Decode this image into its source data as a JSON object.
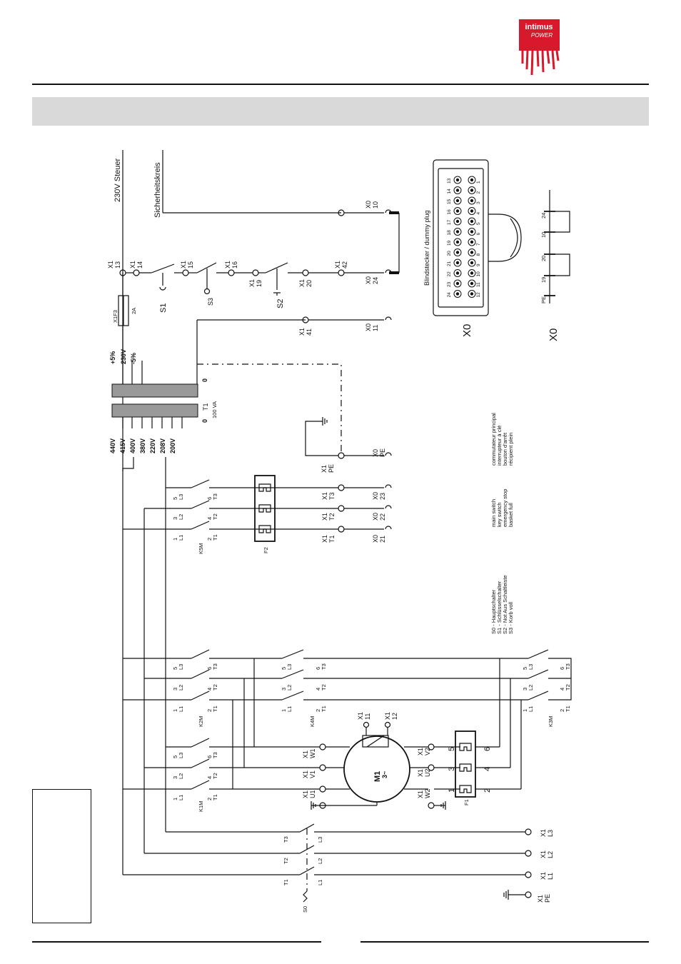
{
  "brand": {
    "name": "intimus",
    "sub": "POWER",
    "color": "#d7192b"
  },
  "rails": {
    "control": "230V Steuer",
    "safety": "Sicherheitskreis"
  },
  "dummy_plug": {
    "title": "Blindstecker / dummy plug",
    "connector": "X0"
  },
  "plug_pins": [
    "13",
    "14",
    "15",
    "16",
    "17",
    "18",
    "19",
    "20",
    "21",
    "22",
    "23",
    "24",
    "1",
    "2",
    "3",
    "4",
    "5",
    "6",
    "7",
    "8",
    "9",
    "10",
    "11",
    "12"
  ],
  "bridge": {
    "connector": "X0",
    "pins": [
      "PE",
      "19",
      "20",
      "10",
      "24"
    ]
  },
  "transformer": {
    "name": "T1",
    "rating": "100 VA",
    "primary_taps": [
      "440V",
      "415V",
      "400V",
      "380V",
      "220V",
      "208V",
      "200V"
    ],
    "secondary_taps": [
      "+5%",
      "230V",
      "-5%"
    ],
    "zero": "0"
  },
  "fuse_control": {
    "name": "X1F3",
    "rating": "2A"
  },
  "terminals": {
    "x1_13": [
      "X1",
      "13"
    ],
    "x1_14": [
      "X1",
      "14"
    ],
    "x1_15": [
      "X1",
      "15"
    ],
    "x1_16": [
      "X1",
      "16"
    ],
    "x1_19": [
      "X1",
      "19"
    ],
    "x1_20": [
      "X1",
      "20"
    ],
    "x1_42": [
      "X1",
      "42"
    ],
    "x1_41": [
      "X1",
      "41"
    ],
    "x0_10": [
      "X0",
      "10"
    ],
    "x0_24": [
      "X0",
      "24"
    ],
    "x0_11": [
      "X0",
      "11"
    ],
    "x1_pe_t": [
      "X1",
      "PE"
    ],
    "x0_pe": [
      "X0",
      "PE"
    ],
    "x1_t3": [
      "X1",
      "T3"
    ],
    "x1_t2": [
      "X1",
      "T2"
    ],
    "x1_t1": [
      "X1",
      "T1"
    ],
    "x0_23": [
      "X0",
      "23"
    ],
    "x0_22": [
      "X0",
      "22"
    ],
    "x0_21": [
      "X0",
      "21"
    ],
    "x1_11": [
      "X1",
      "11"
    ],
    "x1_12": [
      "X1",
      "12"
    ],
    "x1_w1": [
      "X1",
      "W1"
    ],
    "x1_v1": [
      "X1",
      "V1"
    ],
    "x1_u1": [
      "X1",
      "U1"
    ],
    "x1_v2": [
      "X1",
      "V2"
    ],
    "x1_u2": [
      "X1",
      "U2"
    ],
    "x1_w2": [
      "X1",
      "W2"
    ],
    "x1_l3": [
      "X1",
      "L3"
    ],
    "x1_l2": [
      "X1",
      "L2"
    ],
    "x1_l1": [
      "X1",
      "L1"
    ],
    "x1_pe": [
      "X1",
      "PE"
    ]
  },
  "switches": {
    "s1": "S1",
    "s2": "S2",
    "s3": "S3",
    "s0": "S0"
  },
  "contactors": {
    "k5m": "K5M",
    "k2m": "K2M",
    "k4m": "K4M",
    "k1m": "K1M",
    "k3m": "K3M"
  },
  "contact_top": [
    "5",
    "L3",
    "3",
    "L2",
    "1",
    "L1"
  ],
  "contact_bottom": [
    "6",
    "T3",
    "4",
    "T2",
    "2",
    "T1"
  ],
  "overloads": {
    "f1": "F1",
    "f2": "F2",
    "f1_pins": [
      "5",
      "6",
      "3",
      "4",
      "1",
      "2"
    ]
  },
  "motor": {
    "name": "M1",
    "phase": "3~"
  },
  "main_switch_poles": [
    "T3",
    "L3",
    "T2",
    "L2",
    "T1",
    "L1"
  ],
  "legend": {
    "de": [
      "S0 - Hauptschalter",
      "S1 - Schlüsselschalter",
      "S2 - Not Aus Schaltleiste",
      "S3 - Korb voll"
    ],
    "en": [
      "main switch",
      "key switch",
      "emergency stop",
      "basket full"
    ],
    "fr": [
      "commutateur principal",
      "interrupteur à clé",
      "bouton d'arrêt",
      "récipient plein"
    ]
  }
}
